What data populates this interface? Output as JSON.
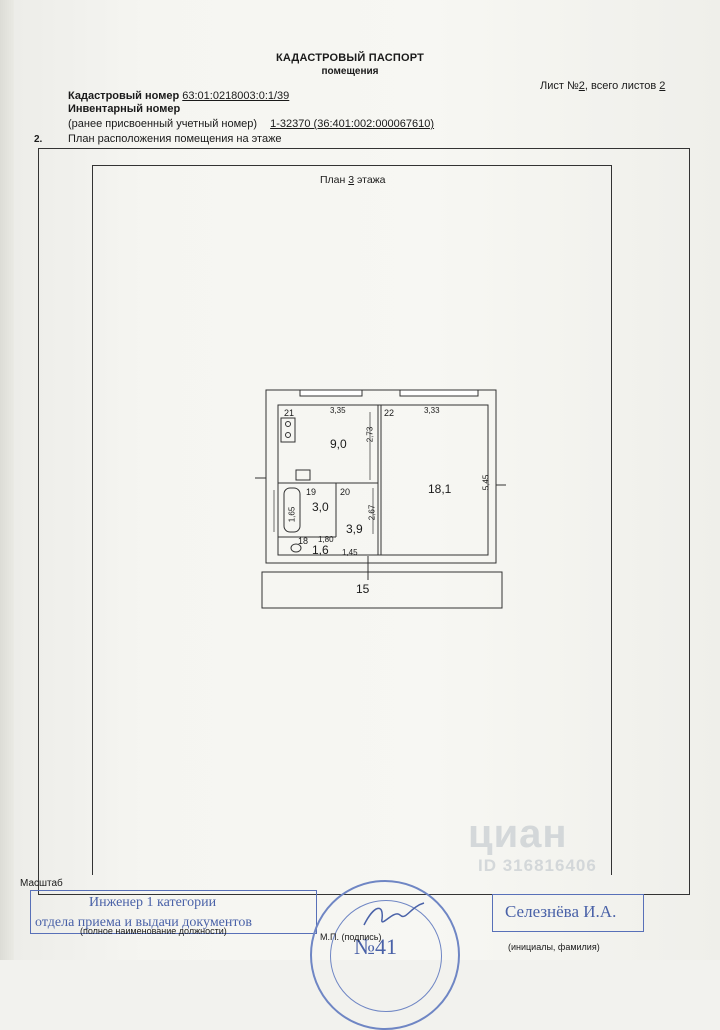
{
  "header": {
    "title": "КАДАСТРОВЫЙ ПАСПОРТ",
    "subtitle": "помещения",
    "sheet_prefix": "Лист №",
    "sheet_no": "2",
    "sheet_mid": ", всего листов ",
    "sheet_total": "2"
  },
  "fields": {
    "cadastral_label": "Кадастровый номер",
    "cadastral_value": "63:01:0218003:0:1/39",
    "inventory_label": "Инвентарный номер",
    "former_label": "(ранее присвоенный учетный номер)",
    "former_value": "1-32370 (36:401:002:000067610)"
  },
  "section": {
    "number": "2.",
    "title": "План расположения помещения на этаже"
  },
  "plan": {
    "title_prefix": "План ",
    "floor": "3",
    "title_suffix": " этажа",
    "rooms": [
      {
        "id": "21",
        "area": "9,0"
      },
      {
        "id": "22",
        "area": "18,1"
      },
      {
        "id": "19",
        "area": "3,0"
      },
      {
        "id": "20",
        "area": "3,9"
      },
      {
        "id": "18",
        "area": "1,6"
      }
    ],
    "dimensions": [
      "3,35",
      "3,33",
      "2,73",
      "5,45",
      "1,65",
      "2,67",
      "1,80",
      "1,45"
    ],
    "stair": "15"
  },
  "footer": {
    "scale_label": "Масштаб",
    "position_caption": "(полное наименование должности)",
    "signature_caption": "М.П. (подпись)",
    "name_caption": "(инициалы, фамилия)",
    "stamp_line1": "Инженер 1 категории",
    "stamp_line2": "отдела приема и выдачи документов",
    "stamp_name": "Селезнёва И.А.",
    "seal_number": "№41"
  },
  "watermark": {
    "brand": "циан",
    "id": "ID 316816406"
  },
  "colors": {
    "stamp_blue": "#4a62a8",
    "ink": "#1a1a1a"
  }
}
